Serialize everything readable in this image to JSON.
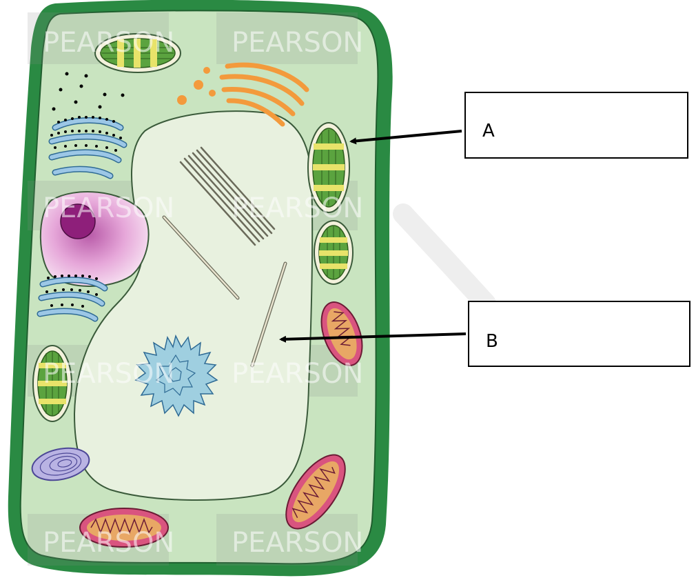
{
  "labels": {
    "a": "A",
    "b": "B"
  },
  "watermark": {
    "text": "PEARSON"
  },
  "colors": {
    "cell_wall": "#2a8a43",
    "cytoplasm": "#c9e4c0",
    "vacuole": "#e8f1df",
    "chloroplast": "#5ba33f",
    "thylakoid": "#e8e36a",
    "mitochondrion_outer": "#d9547f",
    "mitochondrion_inner": "#e8a765",
    "golgi": "#f39a3c",
    "er": "#9cc7e6",
    "nucleus": "#e7a4d6",
    "nucleolus": "#8e1f7a",
    "crystal": "#9fcfe0",
    "lysosome": "#b9b3e3"
  }
}
